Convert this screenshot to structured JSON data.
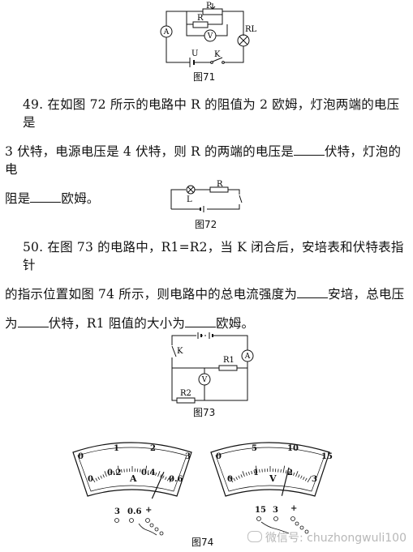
{
  "fig71": {
    "caption": "图71",
    "labels": {
      "P": "P",
      "R": "R",
      "RL": "RL",
      "U": "U",
      "K": "K",
      "A": "A",
      "V": "V"
    }
  },
  "q49": {
    "number": "49",
    "line1": ". 在如图 72 所示的电路中 R 的阻值为 2 欧姆，灯泡两端的电压是",
    "line2a": "3 伏特，电源电压是 4 伏特，则 R 的两端的电压是",
    "line2b": "伏特，灯泡的电",
    "line3a": "阻是",
    "line3b": "欧姆。"
  },
  "fig72": {
    "caption": "图72",
    "labels": {
      "L": "L",
      "R": "R"
    }
  },
  "q50": {
    "number": "50",
    "line1": ". 在图 73 的电路中，R1=R2，当 K 闭合后，安培表和伏特表指针",
    "line2a": "的指示位置如图 74 所示，则电路中的总电流强度为",
    "line2b": "安培，总电压",
    "line3a": "为",
    "line3b": "伏特，R1 阻值的大小为",
    "line3c": "欧姆。"
  },
  "fig73": {
    "caption": "图73",
    "labels": {
      "K": "K",
      "R1": "R1",
      "R2": "R2",
      "A": "A",
      "V": "V"
    }
  },
  "fig74": {
    "caption": "图74",
    "ammeter": {
      "unit": "A",
      "top_ticks": [
        "0",
        "1",
        "2",
        "3"
      ],
      "bottom_ticks": [
        "0",
        "0.2",
        "0.4",
        "0.6"
      ],
      "terminals": [
        "3",
        "0.6",
        "+"
      ],
      "needle_fraction": 0.88
    },
    "voltmeter": {
      "unit": "V",
      "top_ticks": [
        "0",
        "5",
        "10",
        "15"
      ],
      "bottom_ticks": [
        "0",
        "1",
        "2",
        "3"
      ],
      "terminals": [
        "15",
        "3",
        "+"
      ],
      "needle_fraction": 0.72
    }
  },
  "watermark": "微信号: chuzhongwuli100"
}
